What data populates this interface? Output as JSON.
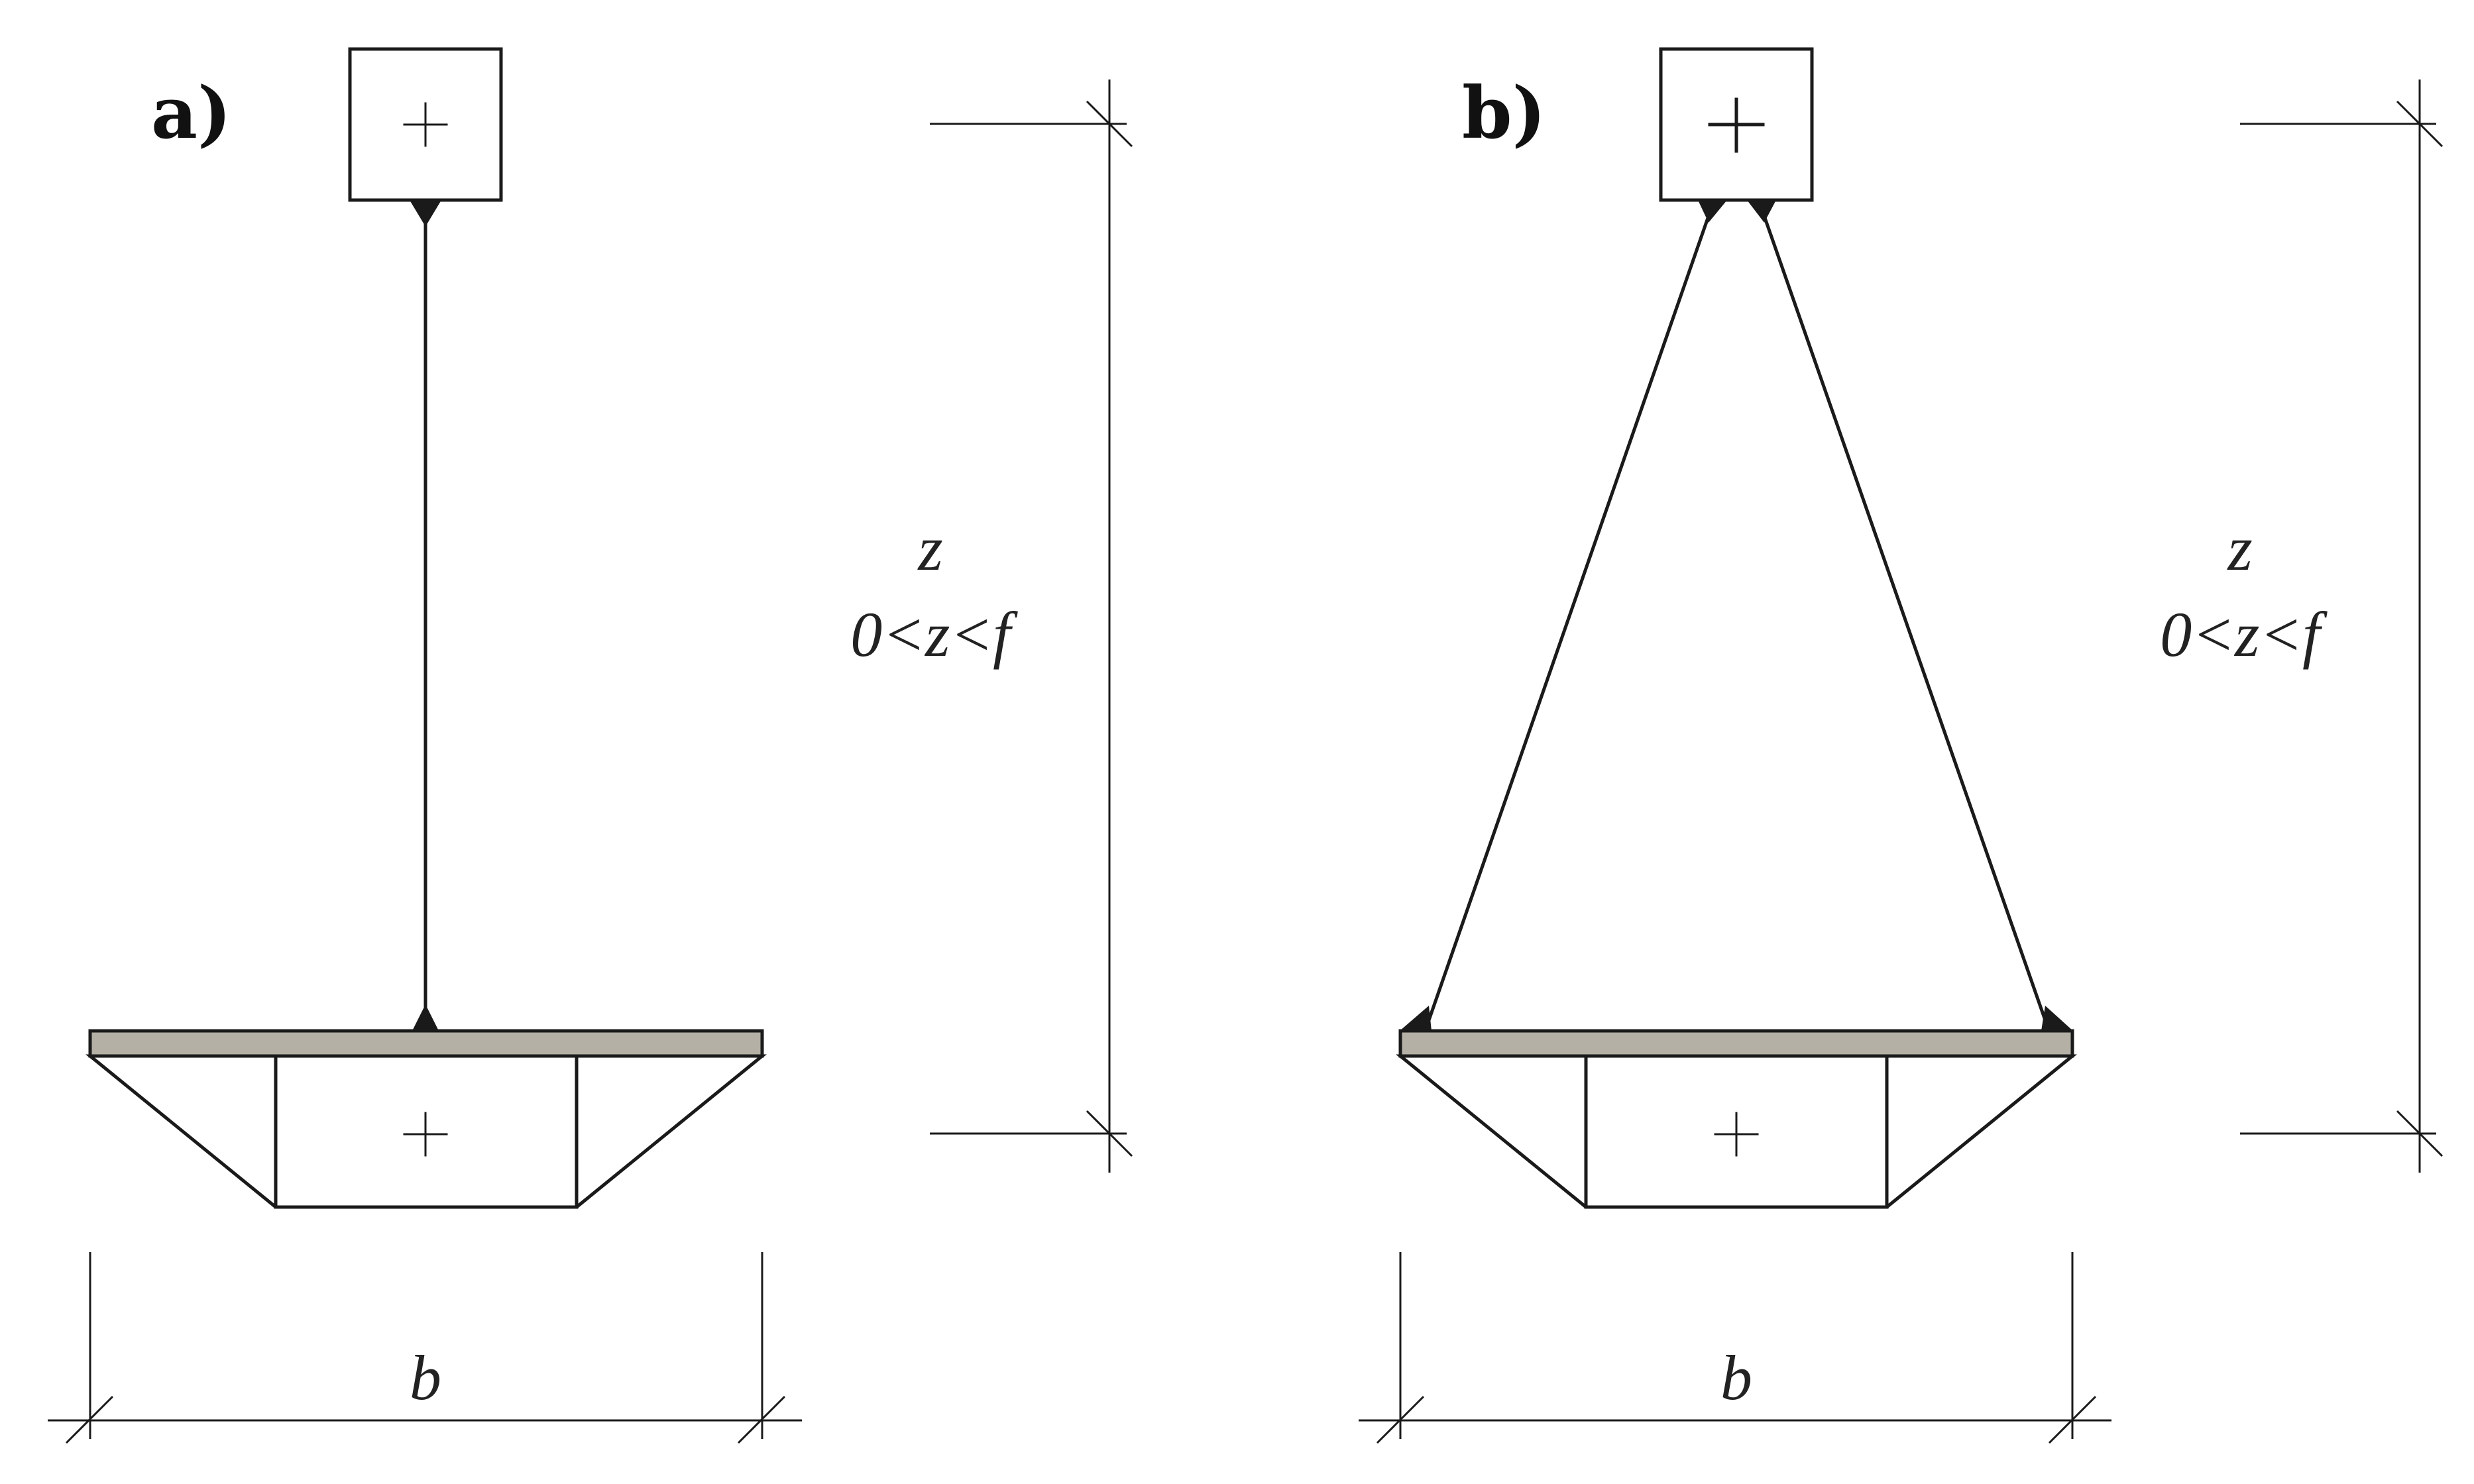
{
  "colors": {
    "line": "#1a1a1a",
    "deck_fill": "#b4b0a6",
    "background": "#ffffff"
  },
  "panels": [
    {
      "id": "a",
      "label": "a)",
      "height_symbol": "z",
      "height_range": "0<z<f",
      "width_symbol": "b",
      "hanger": "single vertical hanger",
      "icons": [
        "plus-icon",
        "plus-icon"
      ]
    },
    {
      "id": "b",
      "label": "b)",
      "height_symbol": "z",
      "height_range": "0<z<f",
      "width_symbol": "b",
      "hanger": "two inclined hangers",
      "icons": [
        "plus-icon",
        "plus-icon"
      ]
    }
  ]
}
